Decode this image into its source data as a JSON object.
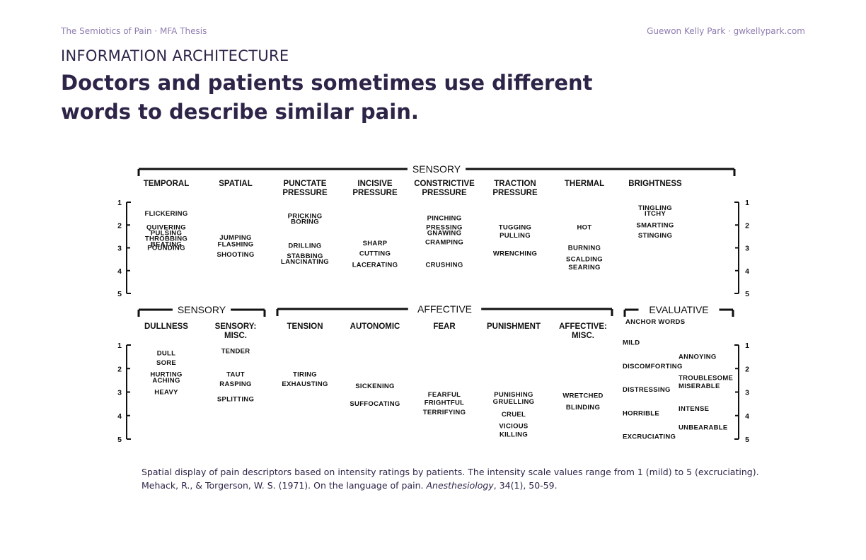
{
  "header": {
    "doc_title": "The Semiotics of Pain · MFA Thesis",
    "author": "Guewon Kelly Park · gwkellypark.com"
  },
  "section_label": "INFORMATION ARCHITECTURE",
  "headline": "Doctors and patients sometimes use different words to describe similar pain.",
  "figure": {
    "scale_ticks": [
      "1",
      "2",
      "3",
      "4",
      "5"
    ],
    "top_groups": [
      {
        "label": "SENSORY"
      }
    ],
    "bottom_groups": [
      {
        "label": "SENSORY"
      },
      {
        "label": "AFFECTIVE"
      },
      {
        "label": "EVALUATIVE"
      }
    ],
    "top_categories": [
      {
        "header": [
          "TEMPORAL"
        ],
        "words": [
          {
            "t": "FLICKERING",
            "v": 1.5
          },
          {
            "t": "QUIVERING",
            "v": 2.1
          },
          {
            "t": "PULSING",
            "v": 2.35
          },
          {
            "t": "THROBBING",
            "v": 2.6
          },
          {
            "t": "BEATING",
            "v": 2.85
          },
          {
            "t": "POUNDING",
            "v": 3.0
          }
        ]
      },
      {
        "header": [
          "SPATIAL"
        ],
        "words": [
          {
            "t": "JUMPING",
            "v": 2.55
          },
          {
            "t": "FLASHING",
            "v": 2.85
          },
          {
            "t": "SHOOTING",
            "v": 3.3
          }
        ]
      },
      {
        "header": [
          "PUNCTATE",
          "PRESSURE"
        ],
        "words": [
          {
            "t": "PRICKING",
            "v": 1.6
          },
          {
            "t": "BORING",
            "v": 1.85
          },
          {
            "t": "DRILLING",
            "v": 2.9
          },
          {
            "t": "STABBING",
            "v": 3.35
          },
          {
            "t": "LANCINATING",
            "v": 3.6
          }
        ]
      },
      {
        "header": [
          "INCISIVE",
          "PRESSURE"
        ],
        "words": [
          {
            "t": "SHARP",
            "v": 2.8
          },
          {
            "t": "CUTTING",
            "v": 3.25
          },
          {
            "t": "LACERATING",
            "v": 3.75
          }
        ]
      },
      {
        "header": [
          "CONSTRICTIVE",
          "PRESSURE"
        ],
        "words": [
          {
            "t": "PINCHING",
            "v": 1.7
          },
          {
            "t": "PRESSING",
            "v": 2.1
          },
          {
            "t": "GNAWING",
            "v": 2.35
          },
          {
            "t": "CRAMPING",
            "v": 2.75
          },
          {
            "t": "CRUSHING",
            "v": 3.75
          }
        ]
      },
      {
        "header": [
          "TRACTION",
          "PRESSURE"
        ],
        "words": [
          {
            "t": "TUGGING",
            "v": 2.1
          },
          {
            "t": "PULLING",
            "v": 2.45
          },
          {
            "t": "WRENCHING",
            "v": 3.25
          }
        ]
      },
      {
        "header": [
          "THERMAL"
        ],
        "words": [
          {
            "t": "HOT",
            "v": 2.1
          },
          {
            "t": "BURNING",
            "v": 3.0
          },
          {
            "t": "SCALDING",
            "v": 3.5
          },
          {
            "t": "SEARING",
            "v": 3.85
          }
        ]
      },
      {
        "header": [
          "BRIGHTNESS"
        ],
        "words": [
          {
            "t": "TINGLING",
            "v": 1.25
          },
          {
            "t": "ITCHY",
            "v": 1.5
          },
          {
            "t": "SMARTING",
            "v": 2.0
          },
          {
            "t": "STINGING",
            "v": 2.45
          }
        ]
      }
    ],
    "bottom_categories": [
      {
        "header": [
          "DULLNESS"
        ],
        "words": [
          {
            "t": "DULL",
            "v": 1.35
          },
          {
            "t": "SORE",
            "v": 1.75
          },
          {
            "t": "HURTING",
            "v": 2.25
          },
          {
            "t": "ACHING",
            "v": 2.5
          },
          {
            "t": "HEAVY",
            "v": 3.0
          }
        ]
      },
      {
        "header": [
          "SENSORY:",
          "MISC."
        ],
        "words": [
          {
            "t": "TENDER",
            "v": 1.25
          },
          {
            "t": "TAUT",
            "v": 2.25
          },
          {
            "t": "RASPING",
            "v": 2.65
          },
          {
            "t": "SPLITTING",
            "v": 3.3
          }
        ]
      },
      {
        "header": [
          "TENSION"
        ],
        "words": [
          {
            "t": "TIRING",
            "v": 2.25
          },
          {
            "t": "EXHAUSTING",
            "v": 2.65
          }
        ]
      },
      {
        "header": [
          "AUTONOMIC"
        ],
        "words": [
          {
            "t": "SICKENING",
            "v": 2.75
          },
          {
            "t": "SUFFOCATING",
            "v": 3.5
          }
        ]
      },
      {
        "header": [
          "FEAR"
        ],
        "words": [
          {
            "t": "FEARFUL",
            "v": 3.1
          },
          {
            "t": "FRIGHTFUL",
            "v": 3.45
          },
          {
            "t": "TERRIFYING",
            "v": 3.85
          }
        ]
      },
      {
        "header": [
          "PUNISHMENT"
        ],
        "words": [
          {
            "t": "PUNISHING",
            "v": 3.1
          },
          {
            "t": "GRUELLING",
            "v": 3.4
          },
          {
            "t": "CRUEL",
            "v": 3.95
          },
          {
            "t": "VICIOUS",
            "v": 4.45
          },
          {
            "t": "KILLING",
            "v": 4.8
          }
        ]
      },
      {
        "header": [
          "AFFECTIVE:",
          "MISC."
        ],
        "words": [
          {
            "t": "WRETCHED",
            "v": 3.15
          },
          {
            "t": "BLINDING",
            "v": 3.65
          }
        ]
      }
    ],
    "evaluative": {
      "subheader": "ANCHOR WORDS",
      "left_words": [
        {
          "t": "MILD",
          "v": 0.9
        },
        {
          "t": "DISCOMFORTING",
          "v": 1.9
        },
        {
          "t": "DISTRESSING",
          "v": 2.9
        },
        {
          "t": "HORRIBLE",
          "v": 3.9
        },
        {
          "t": "EXCRUCIATING",
          "v": 4.9
        }
      ],
      "right_words": [
        {
          "t": "ANNOYING",
          "v": 1.5
        },
        {
          "t": "TROUBLESOME",
          "v": 2.4
        },
        {
          "t": "MISERABLE",
          "v": 2.75
        },
        {
          "t": "INTENSE",
          "v": 3.7
        },
        {
          "t": "UNBEARABLE",
          "v": 4.5
        }
      ]
    }
  },
  "caption": {
    "line1": "Spatial display of pain descriptors based on intensity ratings by patients. The intensity scale values range from 1 (mild) to 5 (excruciating).",
    "line2_authors": "Mehack, R., & Torgerson, W. S. (1971). On the language of pain. ",
    "line2_journal": "Anesthesiology",
    "line2_rest": ", 34(1), 50-59."
  }
}
